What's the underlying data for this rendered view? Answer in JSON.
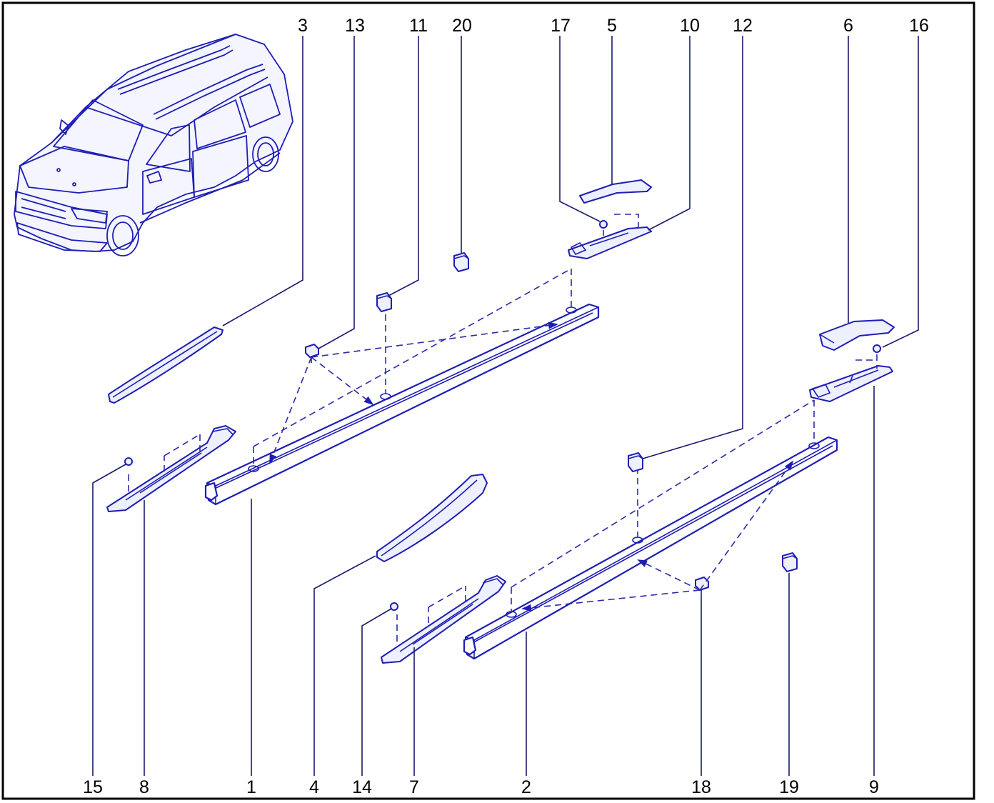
{
  "callouts": {
    "top": [
      "3",
      "13",
      "11",
      "20",
      "17",
      "5",
      "10",
      "12",
      "6",
      "16"
    ],
    "bottom": [
      "15",
      "8",
      "1",
      "4",
      "14",
      "7",
      "2",
      "18",
      "19",
      "9"
    ]
  },
  "parts": {
    "rail_left": "1",
    "rail_right": "2",
    "cover_front_left": "3",
    "cover_front_right": "4",
    "end_cover_rear_left": "5",
    "end_cover_rear_right": "6",
    "end_bracket_front_left": "7",
    "end_bracket_front_left_b": "8",
    "end_bracket_rear_right": "9",
    "end_bracket_rear_left": "10",
    "plug_left": "11",
    "plug_right": "12",
    "bolt_left": "13",
    "nut_14": "14",
    "nut_15": "15",
    "nut_16": "16",
    "nut_17": "17",
    "bolt_right": "18",
    "plug_19": "19",
    "plug_20": "20"
  },
  "colors": {
    "line": "#1e1eb4",
    "frame": "#000000",
    "text": "#000000"
  }
}
